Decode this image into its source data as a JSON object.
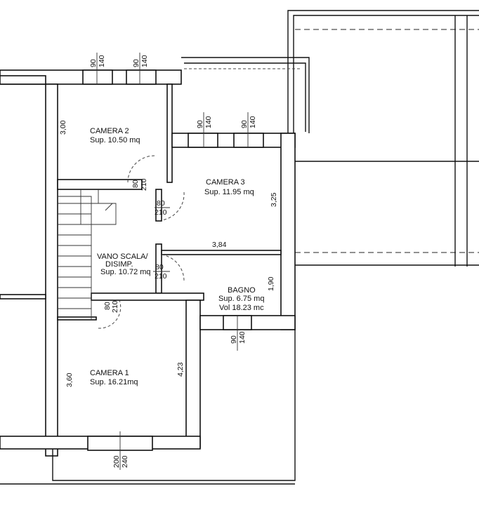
{
  "rooms": {
    "camera2": {
      "name": "CAMERA 2",
      "area": "Sup. 10.50 mq",
      "dim_side": "3,00"
    },
    "camera3": {
      "name": "CAMERA 3",
      "area": "Sup. 11.95 mq",
      "dim_side": "3,25",
      "dim_bottom": "3,84"
    },
    "vano": {
      "name1": "VANO SCALA/",
      "name2": "DISIMP.",
      "area": "Sup. 10.72 mq"
    },
    "bagno": {
      "name": "BAGNO",
      "area": "Sup. 6.75 mq",
      "volume": "Vol 18.23 mc",
      "dim_side": "1,90"
    },
    "camera1": {
      "name": "CAMERA 1",
      "area": "Sup. 16.21mq",
      "dim_left": "3,60",
      "dim_right": "4,23"
    }
  },
  "openings": {
    "window_w": "90",
    "window_h": "140",
    "door_w": "80",
    "door_h": "210",
    "big_window_w": "200",
    "big_window_h": "240"
  }
}
